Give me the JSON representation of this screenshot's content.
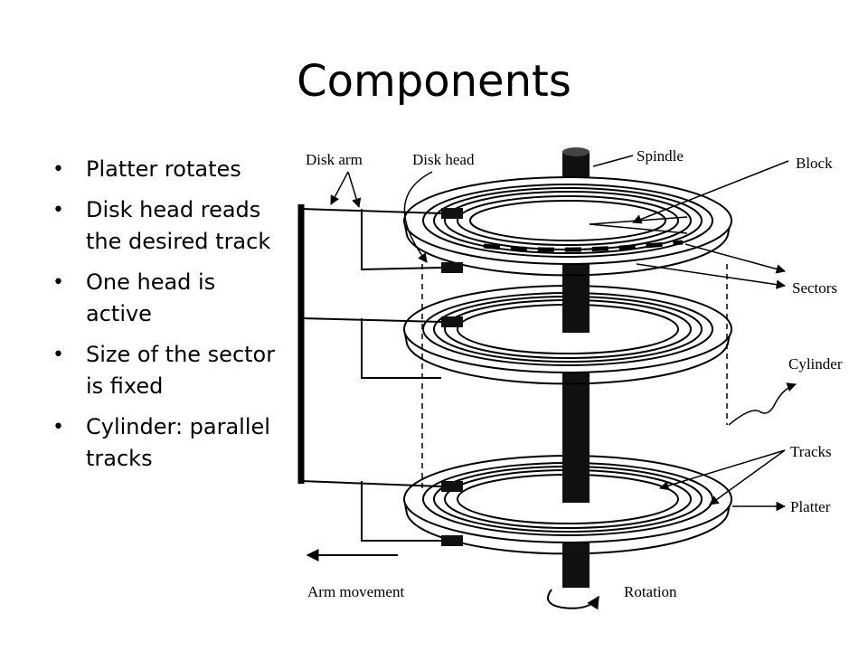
{
  "slide": {
    "title": "Components"
  },
  "bullets": [
    "Platter rotates",
    "Disk head reads the desired track",
    "One head is active",
    "Size of the sector is fixed",
    "Cylinder: parallel tracks"
  ],
  "bullet_symbol": "•",
  "diagram": {
    "labels": {
      "disk_arm": "Disk arm",
      "disk_head": "Disk head",
      "spindle": "Spindle",
      "block": "Block",
      "sectors": "Sectors",
      "cylinder": "Cylinder",
      "tracks": "Tracks",
      "platter": "Platter",
      "arm_movement": "Arm movement",
      "rotation": "Rotation"
    }
  }
}
